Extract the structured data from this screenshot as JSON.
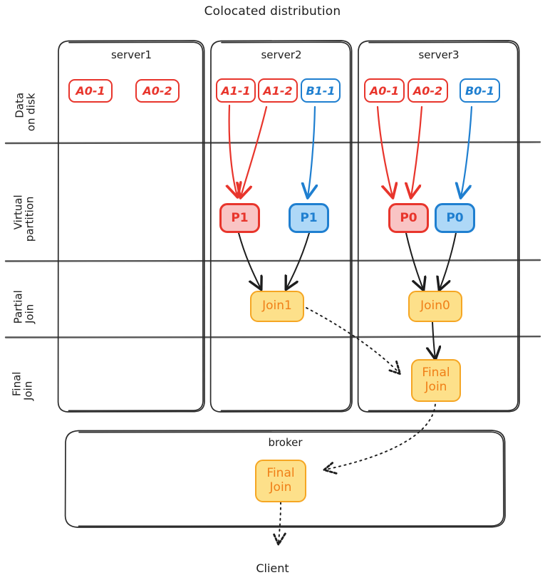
{
  "title": "Colocated distribution",
  "colors": {
    "red_stroke": "#e8352c",
    "red_fill": "#f9c4c4",
    "blue_stroke": "#1f7fd0",
    "blue_fill": "#aed8f7",
    "amber_stroke": "#f5a623",
    "amber_fill": "#fde08a",
    "amber_text": "#f07f17",
    "ink": "#1d1d1d",
    "rule": "#5a5a5a"
  },
  "row_labels": [
    {
      "name": "data-on-disk",
      "line1": "Data",
      "line2": "on disk"
    },
    {
      "name": "virtual-partition",
      "line1": "Virtual",
      "line2": "partition"
    },
    {
      "name": "partial-join",
      "line1": "Partial",
      "line2": "Join"
    },
    {
      "name": "final-join",
      "line1": "Final",
      "line2": "Join"
    }
  ],
  "servers": [
    {
      "name": "server1",
      "title": "server1",
      "disk": [
        {
          "label": "A0-1",
          "color": "red"
        },
        {
          "label": "A0-2",
          "color": "red"
        }
      ],
      "partitions": [],
      "partial_join": null,
      "final_join": null
    },
    {
      "name": "server2",
      "title": "server2",
      "disk": [
        {
          "label": "A1-1",
          "color": "red"
        },
        {
          "label": "A1-2",
          "color": "red"
        },
        {
          "label": "B1-1",
          "color": "blue"
        }
      ],
      "partitions": [
        {
          "label": "P1",
          "color": "red"
        },
        {
          "label": "P1",
          "color": "blue"
        }
      ],
      "partial_join": {
        "label": "Join1"
      },
      "final_join": null
    },
    {
      "name": "server3",
      "title": "server3",
      "disk": [
        {
          "label": "A0-1",
          "color": "red"
        },
        {
          "label": "A0-2",
          "color": "red"
        },
        {
          "label": "B0-1",
          "color": "blue"
        }
      ],
      "partitions": [
        {
          "label": "P0",
          "color": "red"
        },
        {
          "label": "P0",
          "color": "blue"
        }
      ],
      "partial_join": {
        "label": "Join0"
      },
      "final_join": {
        "line1": "Final",
        "line2": "Join"
      }
    }
  ],
  "broker": {
    "title": "broker",
    "final_join": {
      "line1": "Final",
      "line2": "Join"
    }
  },
  "client": {
    "label": "Client"
  }
}
